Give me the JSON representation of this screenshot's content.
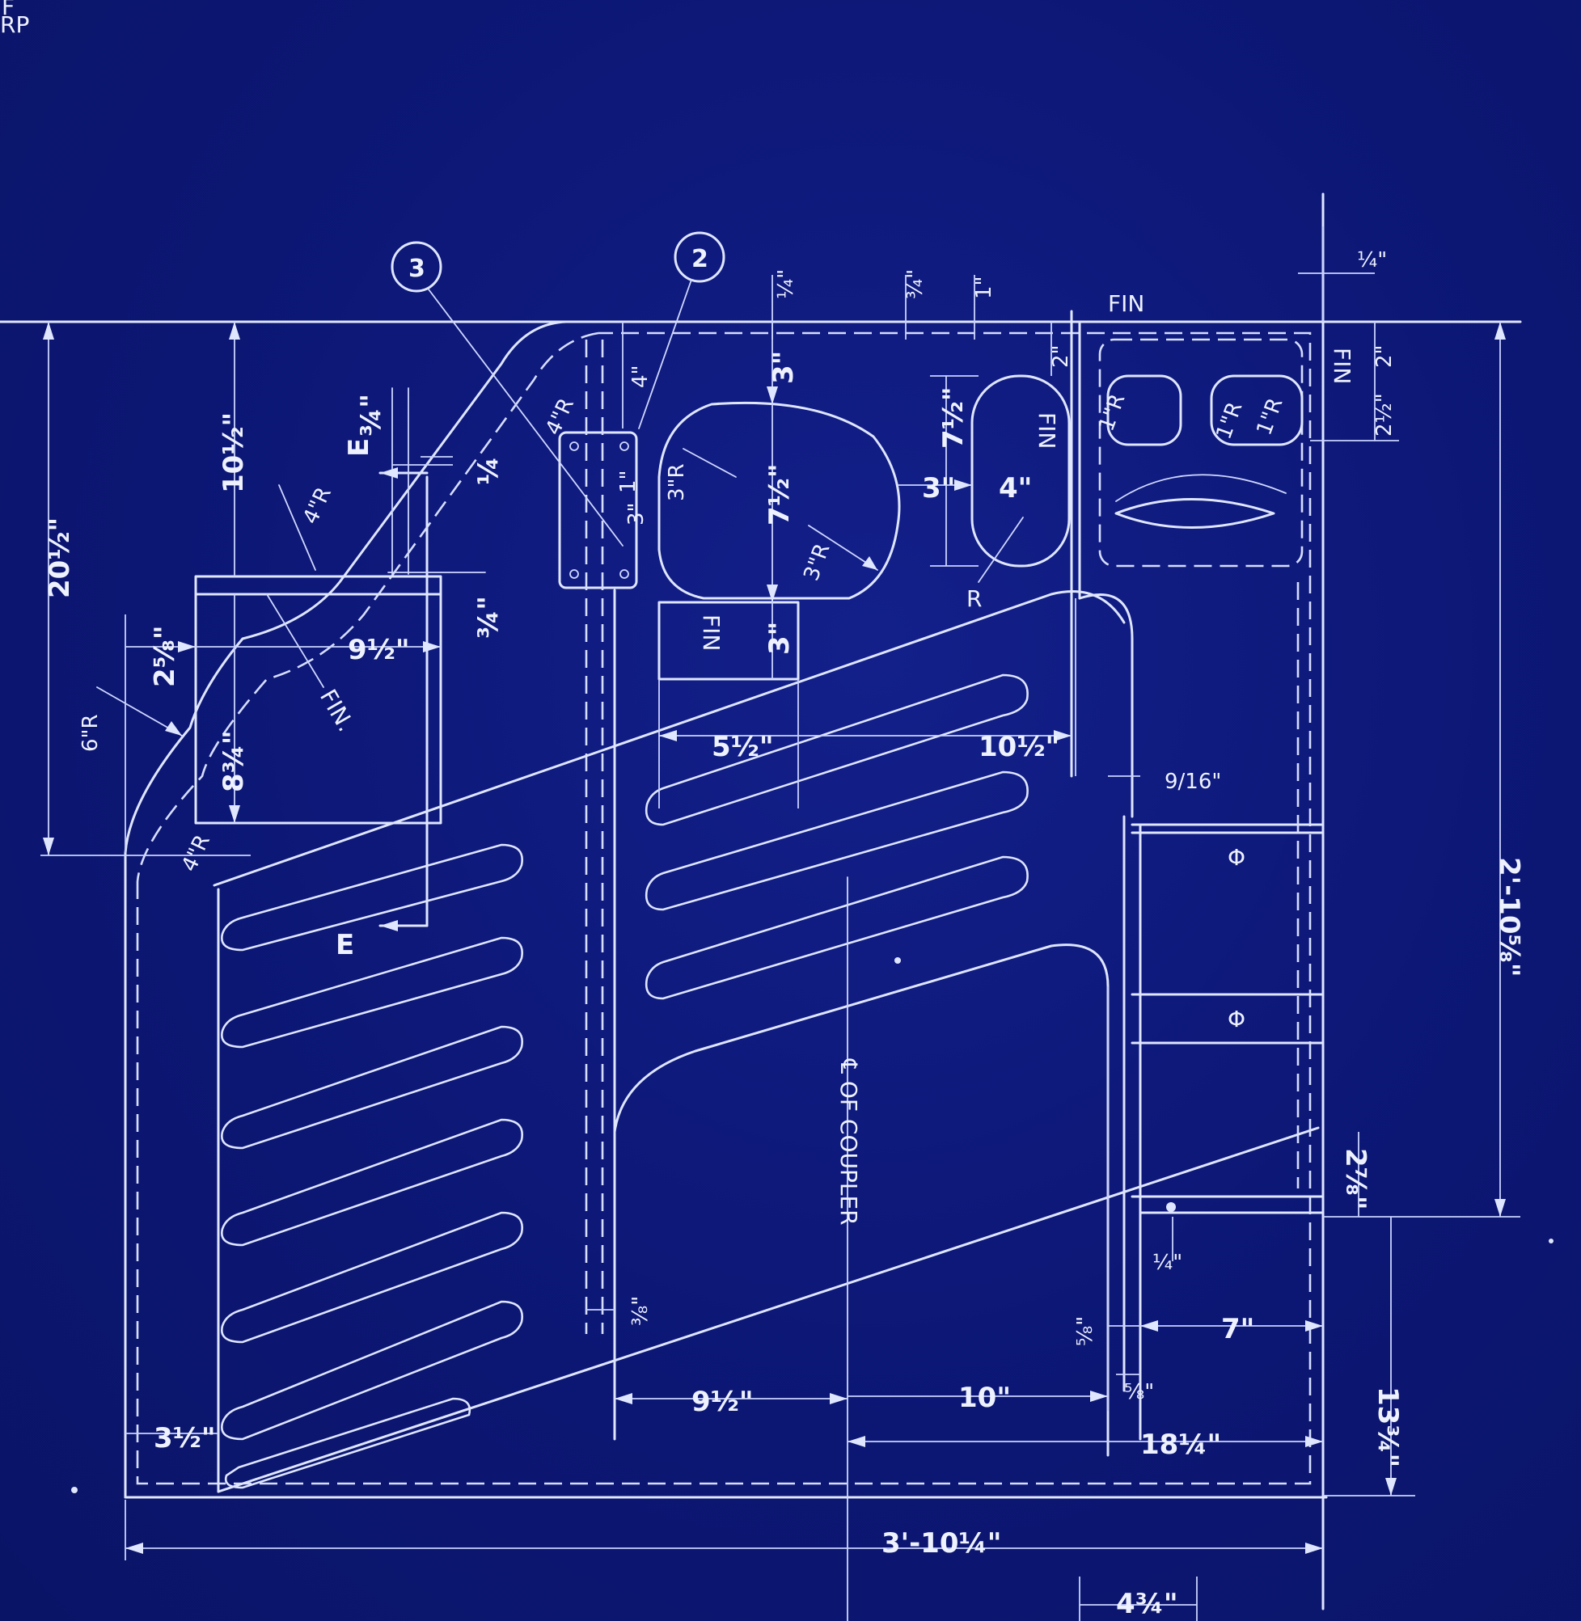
{
  "corner_mark": "F\nRP",
  "balloons": [
    {
      "id": "balloon-3",
      "label": "3"
    },
    {
      "id": "balloon-2",
      "label": "2"
    }
  ],
  "notes": {
    "fin_top": "FIN",
    "fin_right": "FIN",
    "fin_vertical_slot": "FIN",
    "fin_box": "FIN",
    "fin_left": "FIN.",
    "section_e_top": "E",
    "section_e_bottom": "E",
    "centerline": "℄ OF COUPLER",
    "radius_r": "R"
  },
  "dimensions": {
    "d_20_1_2": "20½\"",
    "d_10_1_2_left": "10½\"",
    "d_4R_a": "4\"R",
    "d_4R_b": "4\"R",
    "d_4R_c": "4\"R",
    "d_6R": "6\"R",
    "d_2_5_8": "2⅝\"",
    "d_9_1_2_top": "9½\"",
    "d_8_3_4": "8¾\"",
    "d_3_4_left": "¾\"",
    "d_3_4_mid": "¾\"",
    "d_1_4_a": "¼",
    "d_4_top": "4\"",
    "d_1_small": "1\"",
    "d_3_small": "3\"",
    "d_1_4_top": "¼\"",
    "d_3_4_top": "¾\"",
    "d_1_top": "1\"",
    "d_3_top": "3\"",
    "d_7_1_2_center": "7½\"",
    "d_3R_a": "3\"R",
    "d_3R_b": "3\"R",
    "d_3_box": "3\"",
    "d_3_between": "3\"",
    "d_7_1_2_right": "7½\"",
    "d_4_slot": "4\"",
    "d_2_right": "2\"",
    "d_1_4_right": "¼\"",
    "d_2_right_top": "2\"",
    "d_2_1_2_right": "2½\"",
    "d_1R_a": "1\"R",
    "d_1R_b": "1\"R",
    "d_1R_c": "1\"R",
    "d_5_1_2": "5½\"",
    "d_10_1_2_mid": "10½\"",
    "d_9_16": "9/16\"",
    "d_2_10_5_8": "2'-10⅝\"",
    "d_2_7_8": "2⅞\"",
    "d_1_4_lower": "¼\"",
    "d_5_8_a": "⅝\"",
    "d_5_8_b": "⅝\"",
    "d_7": "7\"",
    "d_3_8": "⅜\"",
    "d_9_1_2_bottom": "9½\"",
    "d_10": "10\"",
    "d_18_1_4": "18¼\"",
    "d_13_3_4": "13¾\"",
    "d_3_1_2": "3½\"",
    "d_3_10_1_4": "3'-10¼\"",
    "d_4_3_4": "4¾\""
  },
  "colors": {
    "paper": "#0d1878",
    "ink": "#dfe6ff"
  }
}
